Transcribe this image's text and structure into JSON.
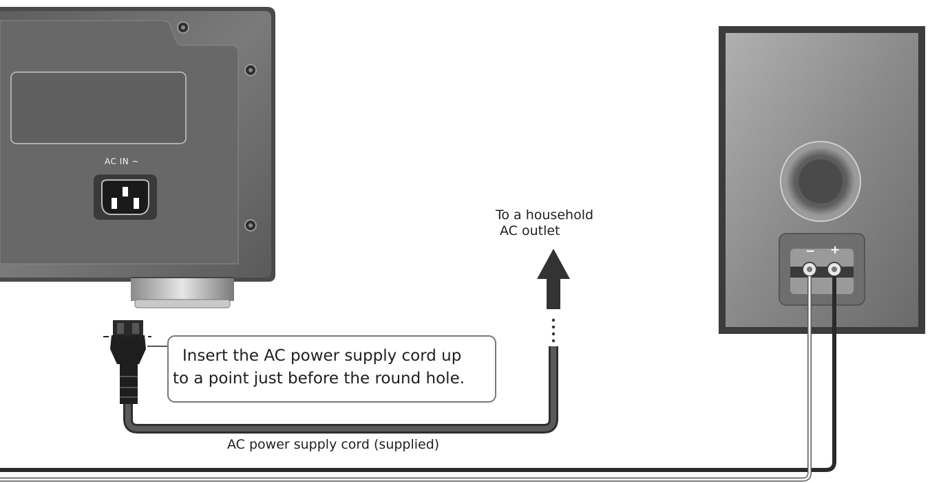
{
  "labels": {
    "ac_in": "AC IN ~",
    "outlet_line1": "To a household",
    "outlet_line2": "AC outlet",
    "callout_line1": "Insert the AC power supply cord up",
    "callout_line2": "to a point just before the round hole.",
    "cord": "AC power supply cord (supplied)",
    "minus": "−",
    "plus": "+"
  },
  "colors": {
    "unit_panel": "#6f6f6f",
    "speaker_body": "#8c8c8c",
    "speaker_border": "#3a3a3a",
    "cord": "#3c3c3c",
    "arrow": "#333333"
  }
}
